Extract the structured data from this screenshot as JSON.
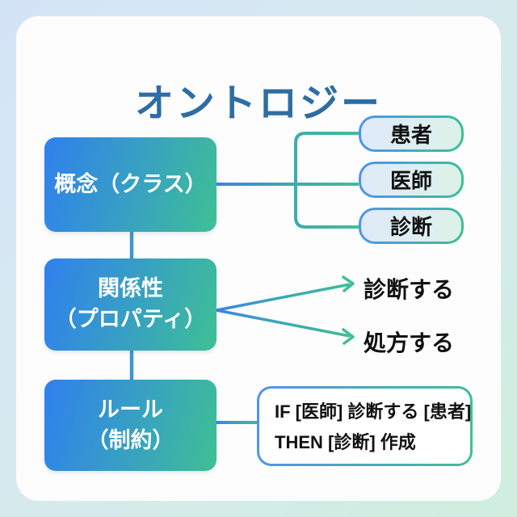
{
  "page": {
    "title": "オントロジー"
  },
  "colors": {
    "title_text": "#2e6da4",
    "node_gradient_start": "#2f80ee",
    "node_gradient_end": "#3ec094",
    "line_blue": "#3b82ed",
    "line_teal": "#3ec094",
    "background_top_left": "#d4e4f7",
    "background_bottom_right": "#cfeede",
    "card_background": "#fdfdfd",
    "label_text": "#111111",
    "node_text": "#ffffff"
  },
  "diagram": {
    "nodes": [
      {
        "id": "concept",
        "line1": "概念（クラス）",
        "line2": ""
      },
      {
        "id": "relation",
        "line1": "関係性",
        "line2": "（プロパティ）"
      },
      {
        "id": "rule",
        "line1": "ルール",
        "line2": "（制約）"
      }
    ],
    "concept_children": [
      "患者",
      "医師",
      "診断"
    ],
    "relation_arrows": [
      "診断する",
      "処方する"
    ],
    "rule_statement": {
      "line1": "IF [医師] 診断する [患者]",
      "line2": "THEN [診断] 作成"
    }
  }
}
